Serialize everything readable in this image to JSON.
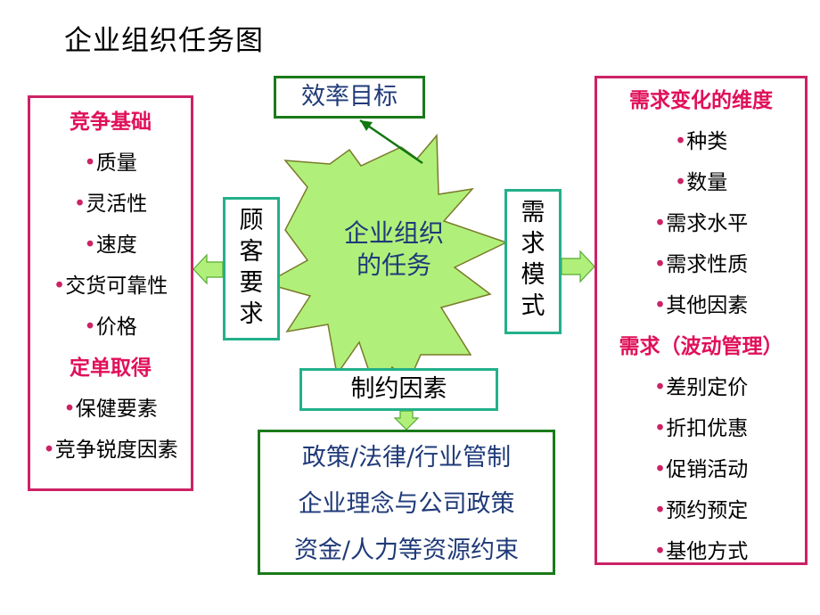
{
  "page_title": "企业组织任务图",
  "center_label": [
    "企业组织",
    "的任务"
  ],
  "efficiency_goal": "效率目标",
  "customer_requirement": [
    "顾",
    "客",
    "要",
    "求"
  ],
  "demand_pattern": [
    "需",
    "求",
    "模",
    "式"
  ],
  "constraints_label": "制约因素",
  "competition_panel": [
    {
      "text": "竞争基础",
      "heading": true
    },
    {
      "text": "质量",
      "bullet": "•"
    },
    {
      "text": "灵活性",
      "bullet": "•"
    },
    {
      "text": "速度",
      "bullet": "•"
    },
    {
      "text": "交货可靠性",
      "bullet": "•"
    },
    {
      "text": "价格",
      "bullet": "•"
    },
    {
      "text": "定单取得",
      "heading": true
    },
    {
      "text": "保健要素",
      "bullet": "•"
    },
    {
      "text": "竞争锐度因素",
      "bullet": "•"
    }
  ],
  "demand_panel": [
    {
      "text": "需求变化的维度",
      "heading": true
    },
    {
      "text": "种类",
      "bullet": "•"
    },
    {
      "text": "数量",
      "bullet": "•"
    },
    {
      "text": "需求水平",
      "bullet": "•"
    },
    {
      "text": "需求性质",
      "bullet": "•"
    },
    {
      "text": "其他因素",
      "bullet": "•"
    },
    {
      "text": "需求（波动管理）",
      "heading": true
    },
    {
      "text": "差别定价",
      "bullet": "•"
    },
    {
      "text": "折扣优惠",
      "bullet": "•"
    },
    {
      "text": "促销活动",
      "bullet": "•"
    },
    {
      "text": "预约预定",
      "bullet": "•"
    },
    {
      "text": "基他方式",
      "bullet": "•"
    }
  ],
  "constraint_items": [
    "政策/法律/行业管制",
    "企业理念与公司政策",
    "资金/人力等资源约束"
  ],
  "colors": {
    "star_fill": "#b0f07a",
    "pink_border": "#cc2266",
    "teal_border": "#22b08a",
    "green_border": "#1a7a1a",
    "heading_red": "#e0105a",
    "navy_text": "#1f3a78",
    "arrow_fill": "#b0f07a",
    "pointer_line": "#117711"
  }
}
